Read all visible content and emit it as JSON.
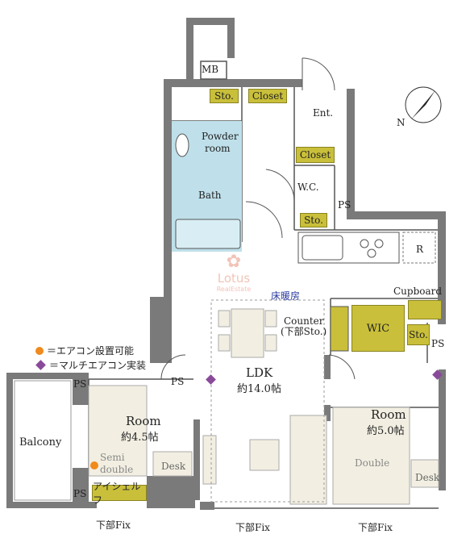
{
  "legend": {
    "aircon_possible": "＝エアコン設置可能",
    "multi_aircon": "＝マルチエアコン実装",
    "orange": "#f08a1c",
    "purple": "#8a4a9a"
  },
  "compass": {
    "label": "N"
  },
  "logo": {
    "name": "Lotus",
    "sub": "RealEstate"
  },
  "rooms": {
    "mb": "MB",
    "sto_top": "Sto.",
    "closet_top": "Closet",
    "entrance": "Ent.",
    "powder_line1": "Powder",
    "powder_line2": "room",
    "closet_ent": "Closet",
    "bath": "Bath",
    "wc": "W.C.",
    "sto_wc": "Sto.",
    "ps_wc": "PS",
    "r": "R",
    "floor_heating": "床暖房",
    "cupboard": "Cupboard",
    "counter_line1": "Counter",
    "counter_line2": "(下部Sto.)",
    "wic": "WIC",
    "sto_wic": "Sto.",
    "ps_right": "PS",
    "ldk": "LDK",
    "ldk_size": "約14.0帖",
    "ps_ldk": "PS",
    "ps_balcony_top": "PS",
    "ps_balcony_bottom": "PS",
    "room1": "Room",
    "room1_size": "約4.5帖",
    "semi_line1": "Semi",
    "semi_line2": "double",
    "desk1": "Desk",
    "eye_shelf": "アイシェルフ",
    "balcony": "Balcony",
    "room2": "Room",
    "room2_size": "約5.0帖",
    "double": "Double",
    "desk2": "Desk",
    "fix_left": "下部Fix",
    "fix_mid": "下部Fix",
    "fix_right": "下部Fix"
  }
}
